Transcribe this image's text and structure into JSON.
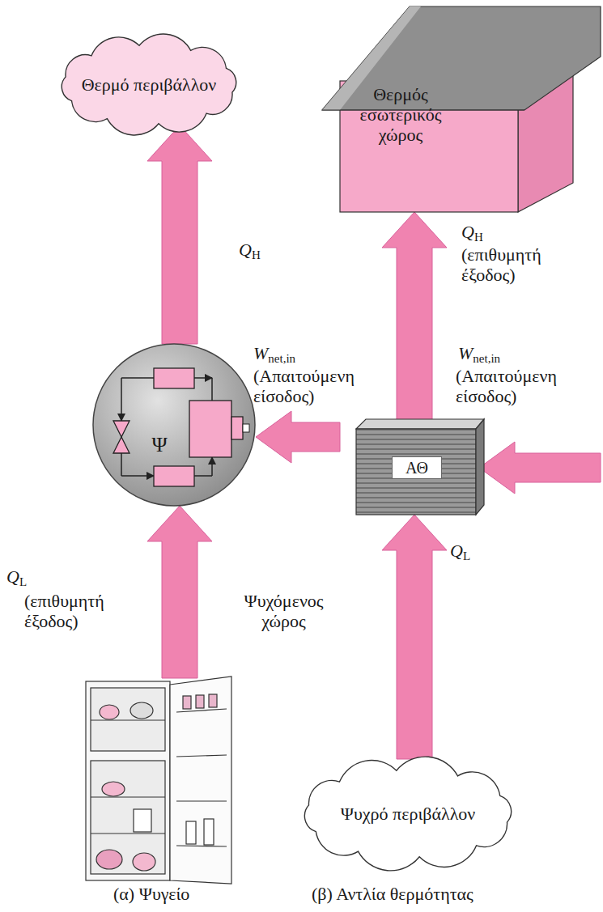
{
  "diagram": {
    "nodes": [
      {
        "text": [
          "Θερμό περιβάλλον"
        ]
      },
      {
        "text": [
          "Θερμός εσωτερικός χώρος"
        ]
      },
      {
        "text": [
          "Ψ"
        ]
      },
      {
        "text": [
          "ΑΘ"
        ]
      },
      {
        "text": [
          "Ψυχόμενος χώρος"
        ]
      },
      {
        "text": [
          "Ψυχρό περιβάλλον"
        ]
      }
    ],
    "edges": [
      {
        "from": 2,
        "to": 0,
        "arrow": "to",
        "label": "QH"
      },
      {
        "from": 3,
        "to": 1,
        "arrow": "to",
        "label": "QH"
      },
      {
        "from": 4,
        "to": 2,
        "arrow": "to",
        "label": "QL"
      },
      {
        "from": 5,
        "to": 3,
        "arrow": "to",
        "label": "QL"
      }
    ],
    "labels": [
      "(επιθυμητή έξοδος)",
      "Wnet,in",
      "(Απαιτούμενη είσοδος)",
      "(επιθυμητή έξοδος)",
      "Wnet,in",
      "(Απαιτούμενη είσοδος)",
      "(α) Ψυγείο",
      "(β) Αντλία θερμότητας"
    ]
  }
}
